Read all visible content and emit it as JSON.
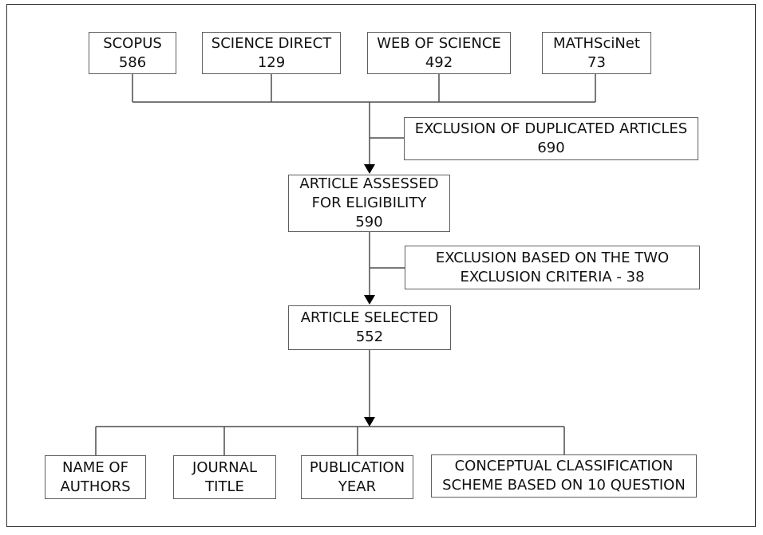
{
  "diagram": {
    "type": "flowchart",
    "colors": {
      "background": "#ffffff",
      "box_border": "#5f5f5f",
      "frame_border": "#333333",
      "line": "#4d4d4d",
      "arrowhead": "#000000",
      "text": "#111111"
    },
    "boxes": {
      "scopus": {
        "label": "SCOPUS",
        "value": "586"
      },
      "science_direct": {
        "label": "SCIENCE DIRECT",
        "value": "129"
      },
      "web_of_science": {
        "label": "WEB OF SCIENCE",
        "value": "492"
      },
      "mathscinet": {
        "label": "MATHSciNet",
        "value": "73"
      },
      "exclusion_duplicates": {
        "label": "EXCLUSION OF DUPLICATED ARTICLES",
        "value": "690"
      },
      "assessed": {
        "label": "ARTICLE ASSESSED\nFOR ELIGIBILITY",
        "value": "590"
      },
      "exclusion_criteria": {
        "label": "EXCLUSION BASED ON THE TWO\nEXCLUSION CRITERIA - 38",
        "value": ""
      },
      "selected": {
        "label": "ARTICLE SELECTED",
        "value": "552"
      },
      "authors": {
        "label": "NAME OF\nAUTHORS",
        "value": ""
      },
      "journal": {
        "label": "JOURNAL\nTITLE",
        "value": ""
      },
      "pub_year": {
        "label": "PUBLICATION\nYEAR",
        "value": ""
      },
      "classification": {
        "label": "CONCEPTUAL CLASSIFICATION\nSCHEME BASED ON 10 QUESTION",
        "value": ""
      }
    }
  }
}
